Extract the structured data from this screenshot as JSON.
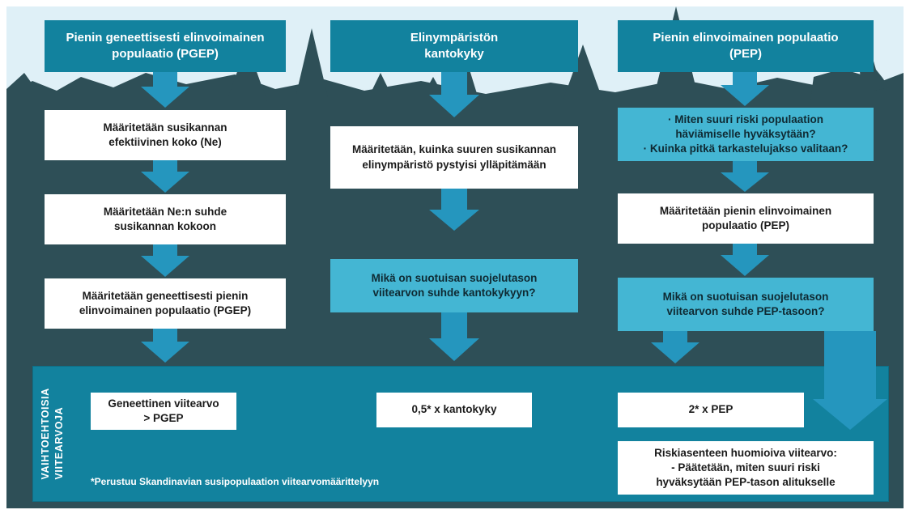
{
  "colors": {
    "sky": "#dff0f7",
    "forest": "#2e4f57",
    "header_teal": "#12829e",
    "light_teal": "#44b6d3",
    "arrow_teal": "#2596be",
    "panel_teal": "#12829e"
  },
  "columns": [
    {
      "header": "Pienin geneettisesti elinvoimainen\npopulaatio (PGEP)",
      "steps": [
        {
          "text": "Määritetään susikannan\nefektiivinen koko (Ne)",
          "style": "white"
        },
        {
          "text": "Määritetään Ne:n suhde\nsusikannan kokoon",
          "style": "white"
        },
        {
          "text": "Määritetään geneettisesti pienin\nelinvoimainen populaatio (PGEP)",
          "style": "white"
        }
      ],
      "results": [
        "Geneettinen viitearvo\n> PGEP"
      ]
    },
    {
      "header": "Elinympäristön\nkantokyky",
      "steps": [
        {
          "text": "Määritetään, kuinka suuren susikannan\nelinympäristö pystyisi ylläpitämään",
          "style": "white"
        },
        {
          "text": "Mikä on suotuisan suojelutason\nviitearvon suhde kantokykyyn?",
          "style": "light"
        }
      ],
      "results": [
        "0,5* x kantokyky"
      ]
    },
    {
      "header": "Pienin elinvoimainen populaatio\n(PEP)",
      "steps": [
        {
          "text": "· Miten suuri riski populaation\nhäviämiselle hyväksytään?\n· Kuinka pitkä tarkastelujakso valitaan?",
          "style": "light"
        },
        {
          "text": "Määritetään pienin elinvoimainen\npopulaatio (PEP)",
          "style": "white"
        },
        {
          "text": "Mikä on suotuisan suojelutason\nviitearvon suhde PEP-tasoon?",
          "style": "light"
        }
      ],
      "results": [
        "2* x PEP",
        "Riskiasenteen huomioiva viitearvo:\n- Päätetään, miten suuri riski\nhyväksytään PEP-tason alitukselle"
      ]
    }
  ],
  "panel": {
    "label": "VAIHTOEHTOISIA\nVIITEARVOJA",
    "footnote": "*Perustuu Skandinavian susipopulaation viitearvomäärittelyyn"
  }
}
